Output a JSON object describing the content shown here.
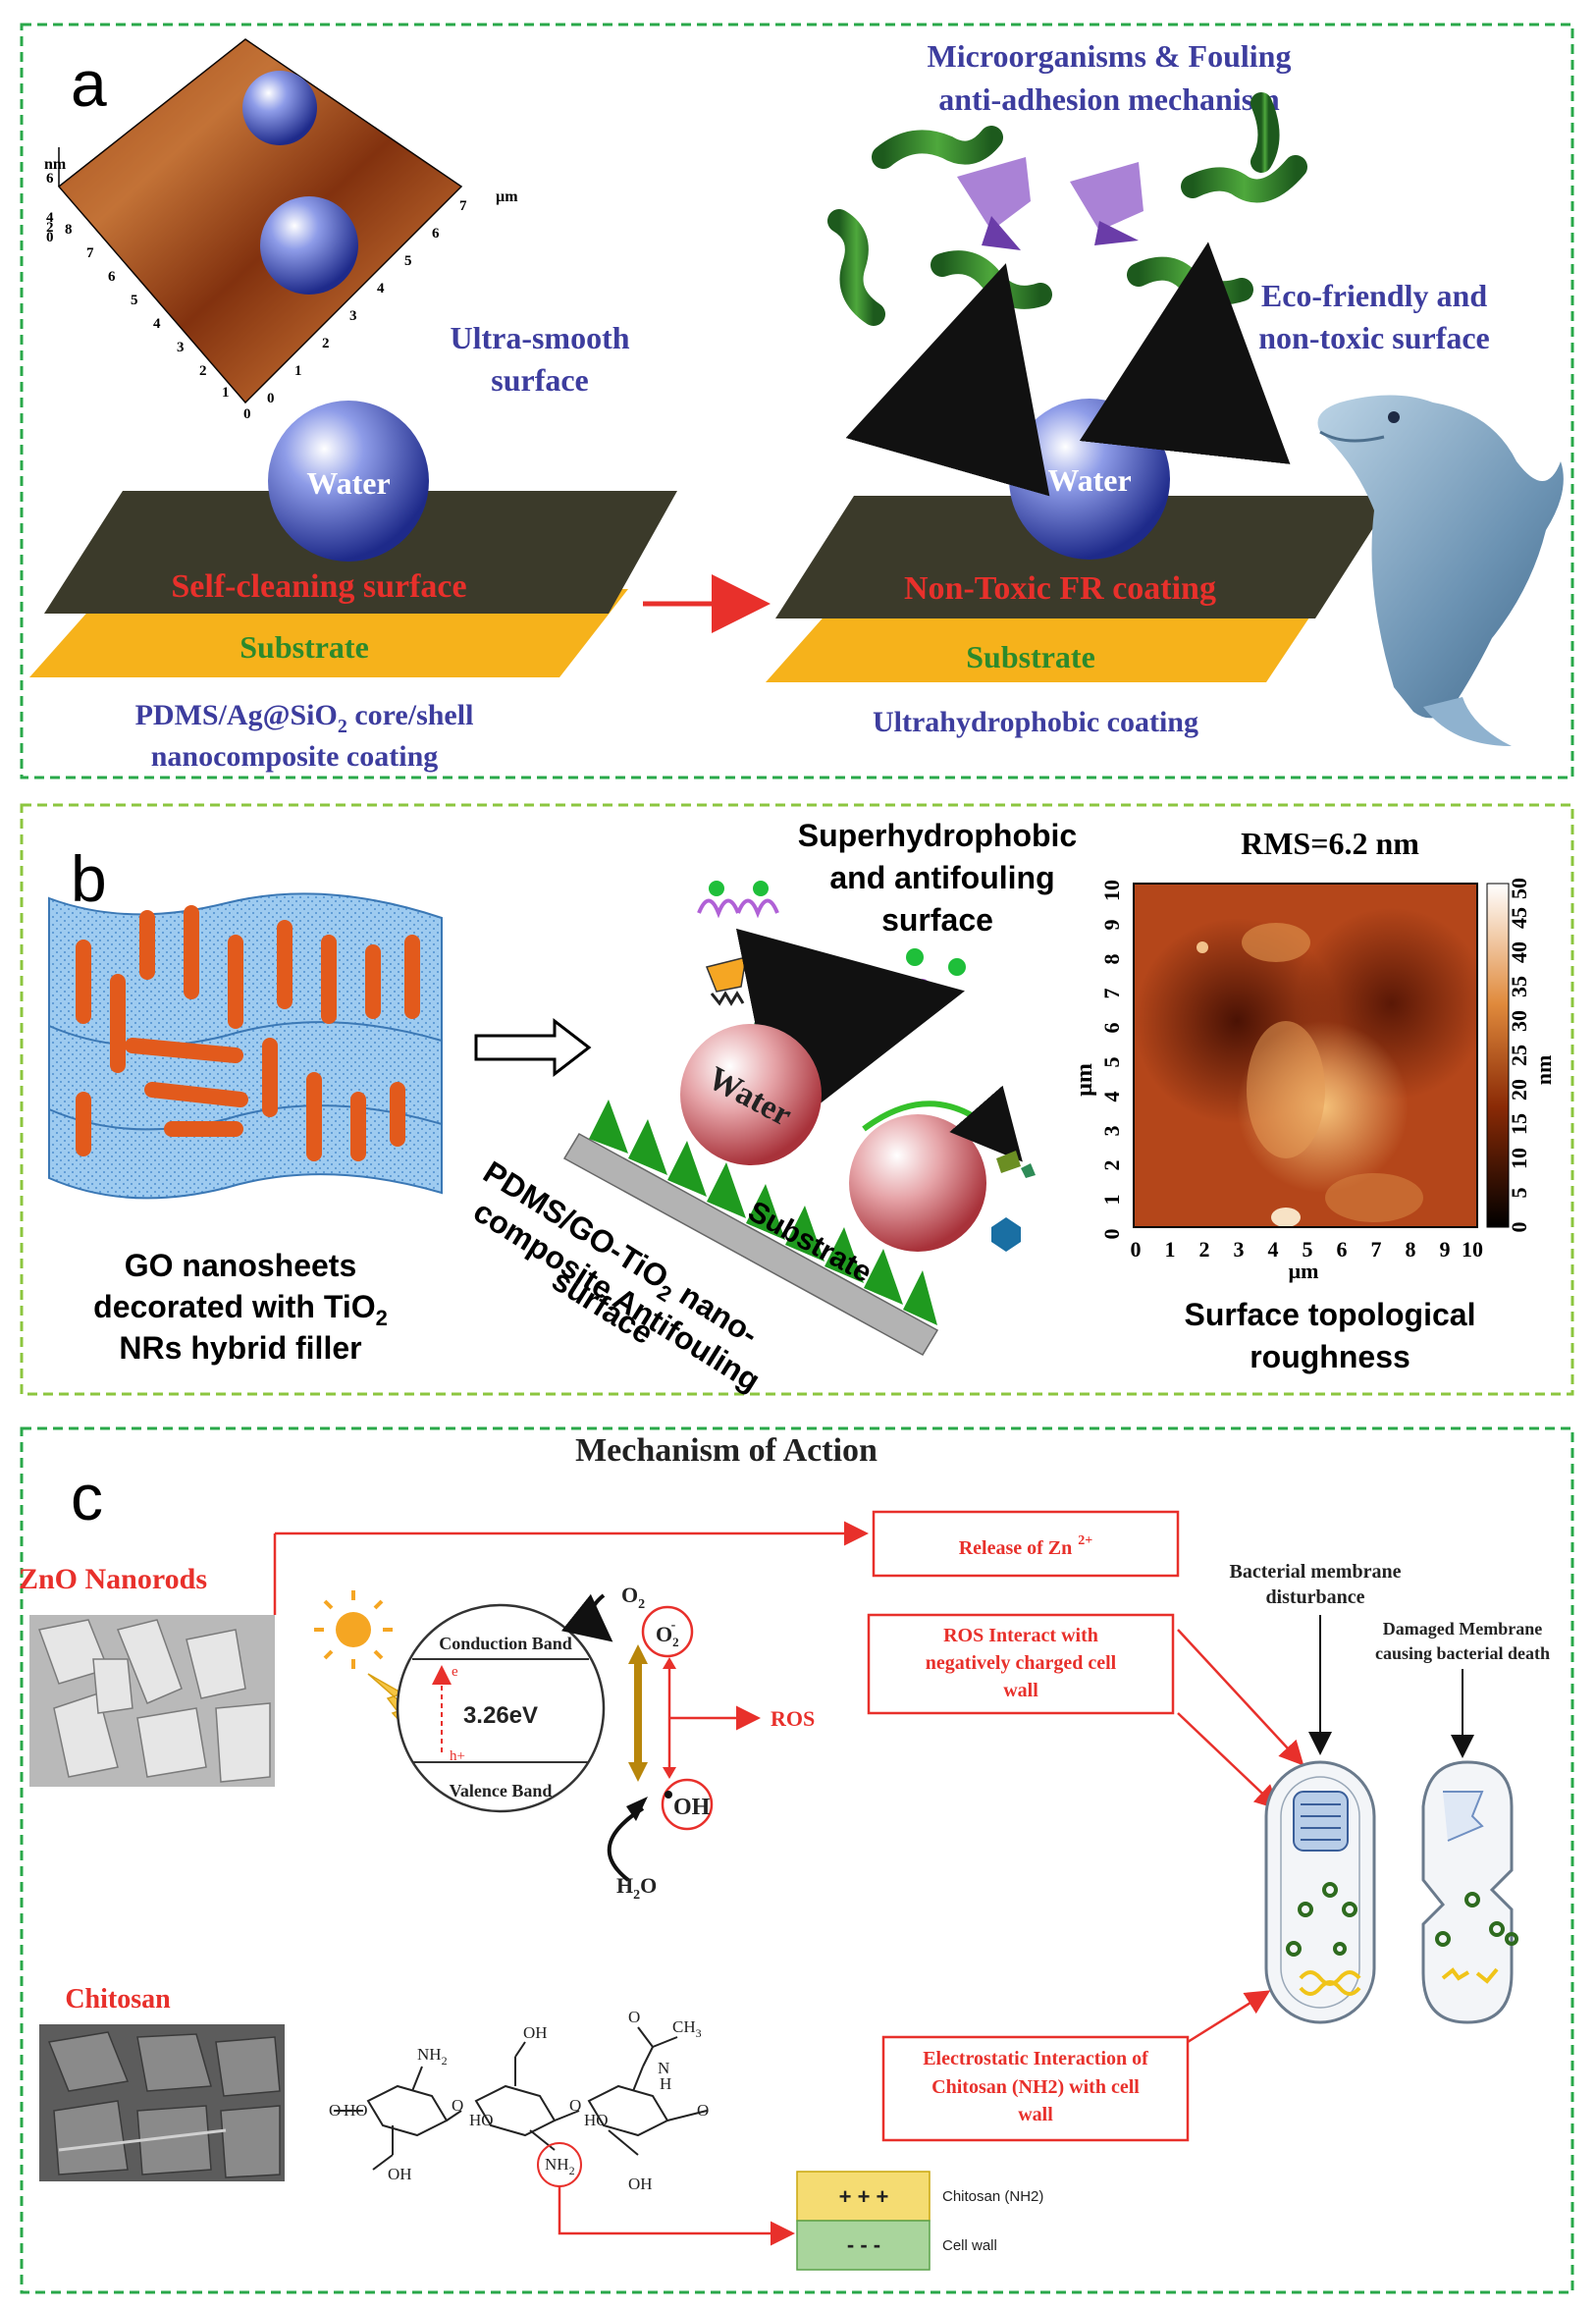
{
  "panel_a": {
    "letter": "a",
    "afm_axis": {
      "z_unit": "nm",
      "z_ticks": [
        "6",
        "4",
        "2",
        "0"
      ],
      "x_ticks": [
        "0",
        "1",
        "2",
        "3",
        "4",
        "5",
        "6",
        "7",
        "8"
      ],
      "y_ticks": [
        "0",
        "1",
        "2",
        "3",
        "4",
        "5",
        "6",
        "7"
      ],
      "xy_unit": "µm"
    },
    "ultra_smooth": [
      "Ultra-smooth",
      "surface"
    ],
    "water_left": "Water",
    "self_cleaning": "Self-cleaning surface",
    "substrate_left": "Substrate",
    "pdms_label": [
      "PDMS/Ag@SiO",
      "2",
      " core/shell",
      "nanocomposite coating"
    ],
    "microorganisms": [
      "Microorganisms  & Fouling",
      "anti-adhesion  mechanism"
    ],
    "eco": [
      "Eco-friendly  and",
      "non-toxic surface"
    ],
    "water_right": "Water",
    "non_toxic": "Non-Toxic FR coating",
    "substrate_right": "Substrate",
    "ultrahydrophobic": "Ultrahydrophobic  coating"
  },
  "panel_b": {
    "letter": "b",
    "go_label": [
      "GO nanosheets",
      "decorated with TiO",
      "2",
      "NRs hybrid filler"
    ],
    "super": [
      "Superhydrophobic",
      "and antifouling",
      "surface"
    ],
    "water": "Water",
    "substrate": "Substrate",
    "pdms_go": [
      "PDMS/GO-TiO",
      "2",
      " nano-",
      "composite Antifouling",
      "surface"
    ],
    "rms": "RMS=6.2 nm",
    "afm_x_ticks": [
      "0",
      "1",
      "2",
      "3",
      "4",
      "5",
      "6",
      "7",
      "8",
      "9",
      "10"
    ],
    "afm_y_ticks": [
      "0",
      "1",
      "2",
      "3",
      "4",
      "5",
      "6",
      "7",
      "8",
      "9",
      "10"
    ],
    "afm_unit": "µm",
    "colorbar_ticks": [
      "0",
      "5",
      "10",
      "15",
      "20",
      "25",
      "30",
      "35",
      "40",
      "45",
      "50"
    ],
    "colorbar_unit": "nm",
    "surface_topo": [
      "Surface topological",
      "roughness"
    ]
  },
  "panel_c": {
    "letter": "c",
    "title": "Mechanism of Action",
    "zno": "ZnO Nanorods",
    "chitosan": "Chitosan",
    "o2": "O",
    "o2_sub": "2",
    "o2_minus": "O",
    "o2_minus_sub": "2",
    "o2_minus_sup": "-",
    "oh": "OH",
    "h2o": "H",
    "h2o_sub": "2",
    "h2o_tail": "O",
    "conduction": "Conduction Band",
    "valence": "Valence Band",
    "bandgap": "3.26eV",
    "electron": "e",
    "hole": "h+",
    "ros": "ROS",
    "release": "Release of Zn",
    "release_sup": "2+",
    "ros_interact": [
      "ROS Interact with",
      "negatively charged cell",
      "wall"
    ],
    "bacterial_membrane": [
      "Bacterial membrane",
      "disturbance"
    ],
    "damaged": [
      "Damaged Membrane",
      "causing bacterial death"
    ],
    "electrostatic": [
      "Electrostatic Interaction of",
      "Chitosan (NH2) with cell",
      "wall"
    ],
    "chem": {
      "oh": "OH",
      "nh2": "NH",
      "nh2_sub": "2",
      "ho": "HO",
      "o": "O",
      "ch3": "CH",
      "ch3_sub": "3",
      "n": "N",
      "h": "H"
    },
    "plus": "+ + +",
    "minus": "- - -",
    "chitosan_nh2": "Chitosan (NH2)",
    "cell_wall": "Cell wall"
  },
  "colors": {
    "frame_green": "#2aa84a",
    "frame_green_b": "#8cc63f",
    "label_blue": "#3d3d9e",
    "label_red": "#e8302b",
    "label_green": "#2c8a2c",
    "substrate_yellow": "#f6b21b",
    "coating_dark": "#3b3a2a"
  }
}
